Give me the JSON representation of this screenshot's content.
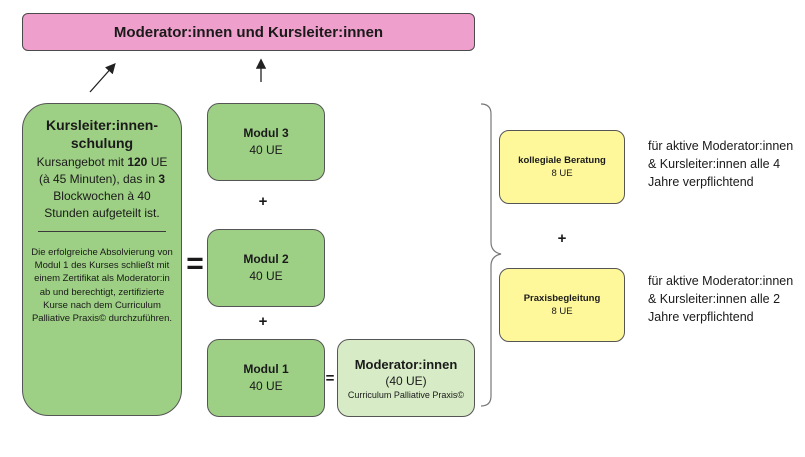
{
  "banner": {
    "title": "Moderator:innen und Kursleiter:innen"
  },
  "kursleiter": {
    "title_line1": "Kursleiter:innen-",
    "title_line2": "schulung",
    "body_pre1": "Kursangebot mit ",
    "body_bold1": "120",
    "body_mid": " UE (à 45 Minuten), das in ",
    "body_bold2": "3",
    "body_post": " Blockwochen à 40 Stunden aufgeteilt ist.",
    "note": "Die erfolgreiche Absolvierung von Modul 1 des Kurses schließt mit einem Zertifikat als Moderator:in ab und berechtigt, zertifizierte Kurse nach dem Curriculum Palliative Praxis© durchzuführen."
  },
  "modules": [
    {
      "title": "Modul 3",
      "ue": "40 UE"
    },
    {
      "title": "Modul 2",
      "ue": "40 UE"
    },
    {
      "title": "Modul 1",
      "ue": "40 UE"
    }
  ],
  "moderator": {
    "title": "Moderator:innen",
    "ue": "(40 UE)",
    "curriculum": "Curriculum Palliative Praxis©"
  },
  "yellow_boxes": [
    {
      "title": "kollegiale Beratung",
      "ue": "8 UE"
    },
    {
      "title": "Praxisbegleitung",
      "ue": "8 UE"
    }
  ],
  "side_texts": [
    "für aktive Moderator:innen & Kursleiter:innen alle 4 Jahre verpflichtend",
    "für aktive Moderator:innen & Kursleiter:innen alle 2 Jahre verpflichtend"
  ],
  "symbols": {
    "plus": "+",
    "equals": "="
  },
  "colors": {
    "banner": "#ee9fcb",
    "module_green": "#9dcf84",
    "moderator_light_green": "#d7ecc6",
    "yellow": "#fef89b"
  }
}
